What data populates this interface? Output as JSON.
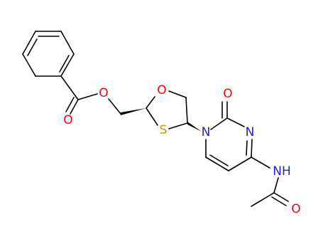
{
  "molecule": {
    "atoms": {
      "ester_o_carbonyl": {
        "label": "O",
        "color": "#ff0000"
      },
      "ester_o": {
        "label": "O",
        "color": "#ff0000"
      },
      "ring_o": {
        "label": "O",
        "color": "#ff0000"
      },
      "ring_s": {
        "label": "S",
        "color": "#b8a000"
      },
      "n1": {
        "label": "N",
        "color": "#1f1fd6"
      },
      "c2_o": {
        "label": "O",
        "color": "#ff0000"
      },
      "n3": {
        "label": "N",
        "color": "#1f1fd6"
      },
      "nh": {
        "label": "NH",
        "color": "#1f1fd6"
      },
      "amide_o": {
        "label": "O",
        "color": "#ff0000"
      }
    },
    "bond_color": "#000000"
  }
}
